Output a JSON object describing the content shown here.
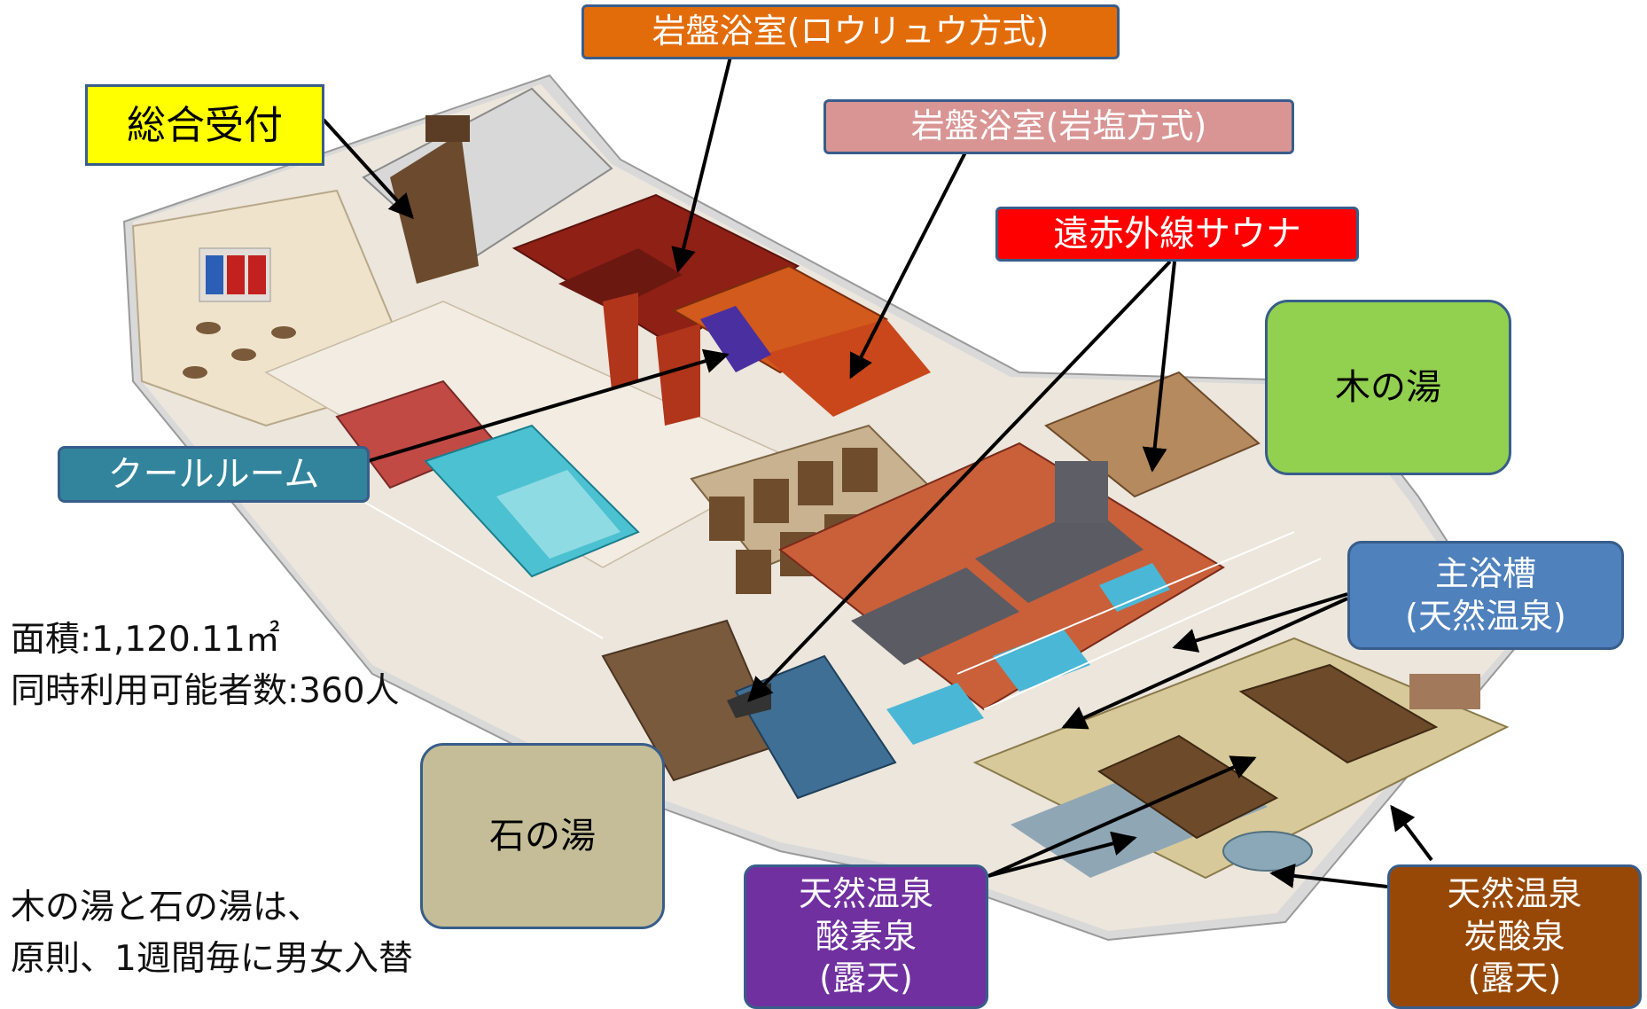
{
  "labels": {
    "reception": "総合受付",
    "rock_bath_loyly": "岩盤浴室(ロウリュウ方式)",
    "rock_bath_salt": "岩盤浴室(岩塩方式)",
    "far_infrared_sauna": "遠赤外線サウナ",
    "cool_room": "クールルーム",
    "ki_no_yu": "木の湯",
    "ishi_no_yu": "石の湯",
    "main_bath": [
      "主浴槽",
      "(天然温泉)"
    ],
    "oxygen_spring": [
      "天然温泉",
      "酸素泉",
      "(露天)"
    ],
    "carbonated_spring": [
      "天然温泉",
      "炭酸泉",
      "(露天)"
    ]
  },
  "facility_info": {
    "area": "面積:1,120.11㎡",
    "capacity": "同時利用可能者数:360人"
  },
  "note": {
    "line1": "木の湯と石の湯は、",
    "line2": "原則、1週間毎に男女入替"
  },
  "colors": {
    "reception_bg": "#FFFF00",
    "rock_bath_loyly_bg": "#E36C0A",
    "rock_bath_salt_bg": "#D99594",
    "far_infrared_sauna_bg": "#FF0000",
    "cool_room_bg": "#31849B",
    "ki_no_yu_bg": "#92D050",
    "ishi_no_yu_bg": "#C4BD97",
    "main_bath_bg": "#4F81BD",
    "oxygen_spring_bg": "#7030A0",
    "carbonated_spring_bg": "#984806",
    "border": "#385D8A",
    "arrow": "#000000"
  }
}
